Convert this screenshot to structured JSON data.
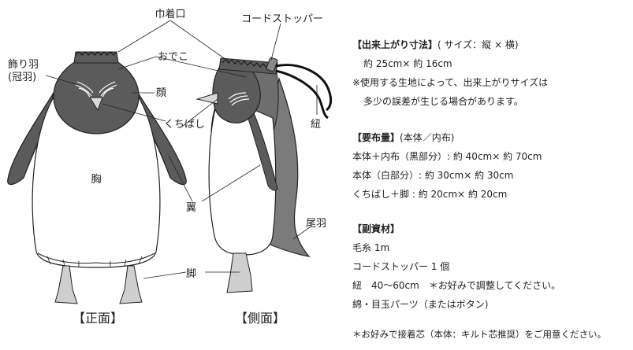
{
  "labels": {
    "kinchakuguchi": "巾着口",
    "cord_stopper": "コードストッパー",
    "crest_line1": "飾り羽",
    "crest_line2": "(冠羽)",
    "forehead": "おでこ",
    "face": "顔",
    "beak": "くちばし",
    "cord": "紐",
    "chest": "胸",
    "wing": "翼",
    "tail": "尾羽",
    "leg": "脚",
    "front_view": "【正面】",
    "side_view": "【側面】"
  },
  "specs": {
    "size_heading": "【出来上がり寸法】",
    "size_heading_sub": "( サイズ：縦 × 横)",
    "size_value": "約 25cm× 約 16cm",
    "size_note_1": "※使用する生地によって、出来上がりサイズは",
    "size_note_2": "多少の誤差が生じる場合があります。",
    "fabric_heading": "【要布量】",
    "fabric_heading_sub": "(本体／内布)",
    "fabric_1": "本体＋内布（黒部分）: 約 40cm× 約 70cm",
    "fabric_2": "本体（白部分）: 約 30cm× 約 30cm",
    "fabric_3": "くちばし＋脚 : 約 20cm× 約 20cm",
    "materials_heading": "【副資材】",
    "material_1": "毛糸 1m",
    "material_2": "コードストッパー 1 個",
    "material_3": "紐　40～60cm　＊お好みで調整してください。",
    "material_4": "綿・目玉パーツ（またはボタン)",
    "footnote": "＊お好みで接着芯（本体：キルト芯推奨）をご用意ください。"
  },
  "colors": {
    "dark_body": "#5b5b5b",
    "side_dark": "#6e6e6e",
    "tail_gray": "#7b7b7b",
    "feet_gray": "#cfcfcf",
    "outline": "#222222",
    "white_body": "#ffffff"
  }
}
